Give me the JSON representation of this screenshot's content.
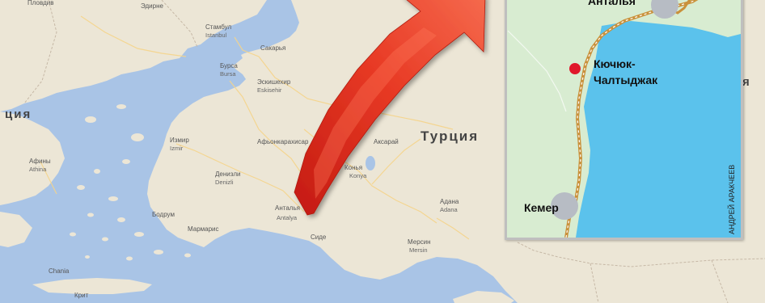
{
  "map": {
    "country_label": "Турция",
    "partial_labels": {
      "left": "ция",
      "right": "я"
    },
    "cities": [
      {
        "name": "Пловдив",
        "id": "plovdiv"
      },
      {
        "name": "Эдирне",
        "id": "edirne"
      },
      {
        "name": "Стамбул",
        "latin": "Istanbul",
        "id": "istanbul"
      },
      {
        "name": "Сакарья",
        "id": "sakarya"
      },
      {
        "name": "Бурса",
        "latin": "Bursa",
        "id": "bursa"
      },
      {
        "name": "Эскишехир",
        "latin": "Eskisehir",
        "id": "eskisehir"
      },
      {
        "name": "Измир",
        "latin": "Izmir",
        "id": "izmir"
      },
      {
        "name": "Денизли",
        "latin": "Denizli",
        "id": "denizli"
      },
      {
        "name": "Афьонкарахисар",
        "id": "afyon"
      },
      {
        "name": "Конья",
        "latin": "Konya",
        "id": "konya"
      },
      {
        "name": "Аксарай",
        "id": "aksaray"
      },
      {
        "name": "Анталья",
        "latin": "Antalya",
        "id": "antalya"
      },
      {
        "name": "Адана",
        "latin": "Adana",
        "id": "adana"
      },
      {
        "name": "Мерсин",
        "latin": "Mersin",
        "id": "mersin"
      },
      {
        "name": "Афины",
        "latin": "Athina",
        "id": "athens"
      },
      {
        "name": "Бодрум",
        "id": "bodrum"
      },
      {
        "name": "Мармарис",
        "id": "marmaris"
      },
      {
        "name": "Сиде",
        "id": "side"
      },
      {
        "name": "Chania",
        "id": "chania"
      },
      {
        "name": "Крит",
        "id": "crete"
      }
    ]
  },
  "inset": {
    "labels": {
      "antalya": "Анталья",
      "kuchuk_line1": "Кючюк-",
      "kuchuk_line2": "Чалтыджак",
      "kemer": "Кемер"
    },
    "credit": "АНДРЕЙ АРАКЧЕЕВ"
  },
  "colors": {
    "sea": "#a9c4e6",
    "land": "#ece6d6",
    "arrow": "#e53322",
    "inset_land": "#d8ecd1",
    "inset_sea": "#5bc2ec",
    "inset_border": "#bfbfbf",
    "road": "#c9913b",
    "marker_red": "#e0182b",
    "marker_grey": "#b7bcc4"
  }
}
